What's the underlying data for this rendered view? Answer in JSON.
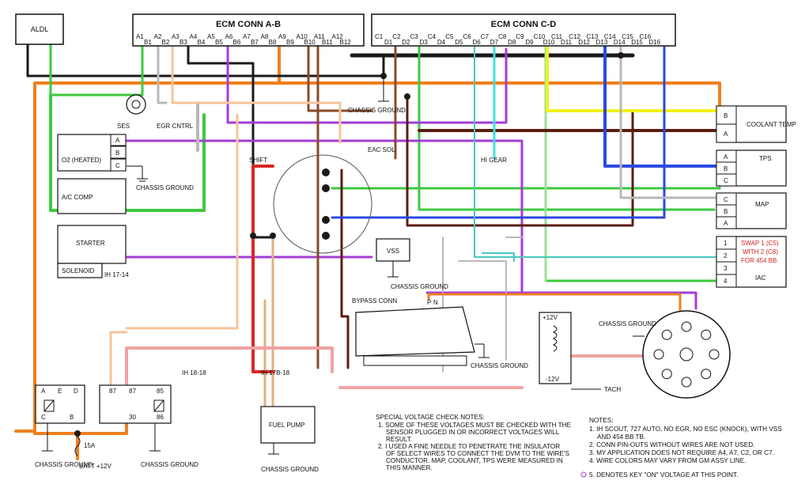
{
  "connectors": {
    "aldl": "ALDL",
    "ecm_ab": {
      "title": "ECM CONN A-B",
      "top_pins": [
        "A1",
        "A2",
        "A3",
        "A4",
        "A5",
        "A6",
        "A7",
        "A8",
        "A9",
        "A10",
        "A11",
        "A12"
      ],
      "bottom_pins": [
        "B1",
        "B2",
        "B3",
        "B4",
        "B5",
        "B6",
        "B7",
        "B8",
        "B9",
        "B10",
        "B11",
        "B12"
      ]
    },
    "ecm_cd": {
      "title": "ECM CONN C-D",
      "top_pins": [
        "C1",
        "C2",
        "C3",
        "C4",
        "C5",
        "C6",
        "C7",
        "C8",
        "C9",
        "C10",
        "C11",
        "C12",
        "C13",
        "C14",
        "C15",
        "C16"
      ],
      "bottom_pins": [
        "D1",
        "D2",
        "D3",
        "D4",
        "D5",
        "D6",
        "D7",
        "D8",
        "D9",
        "D10",
        "D11",
        "D12",
        "D13",
        "D14",
        "D15",
        "D16"
      ]
    }
  },
  "left_components": {
    "ses": "SES",
    "egr": "EGR CNTRL",
    "o2": "O2 (HEATED)",
    "o2_pins": [
      "A",
      "B",
      "C"
    ],
    "ac": "A/C COMP",
    "starter": "STARTER",
    "solenoid": "SOLENOID",
    "ih_solenoid": "IH 17-14",
    "shift": "SHIFT",
    "eac": "EAC SOL",
    "hi_gear": "HI GEAR",
    "chassis_ground": "CHASSIS GROUND"
  },
  "right_components": {
    "coolant": "COOLANT TEMP",
    "coolant_pins": [
      "B",
      "A"
    ],
    "tps": "TPS",
    "tps_pins": [
      "A",
      "B",
      "C"
    ],
    "map": "MAP",
    "map_pins": [
      "C",
      "B",
      "A"
    ],
    "iac": "IAC",
    "iac_pins": [
      "1",
      "2",
      "3",
      "4"
    ],
    "iac_note": [
      "SWAP 1 (C5)",
      "WITH 2 (C8)",
      "FOR 454 BB"
    ]
  },
  "center_components": {
    "vss": "VSS",
    "bypass": "BYPASS CONN",
    "fuel_pump": "FUEL PUMP",
    "ih_17b": "IH 17B-18",
    "ih_18": "IH 18-18",
    "coil_plus": "+12V",
    "coil_minus": "-12V",
    "tach": "TACH",
    "bypass_pins": [
      "P",
      "N"
    ]
  },
  "relays": {
    "relay1_pins": [
      "A",
      "E",
      "D",
      "C",
      "B"
    ],
    "relay2_pins": [
      "87",
      "87",
      "30"
    ],
    "relay3_pins": [
      "85",
      "86"
    ],
    "fuse": "15A",
    "batt": "BATT +12V"
  },
  "special_notes": {
    "title": "SPECIAL VOLTAGE CHECK NOTES:",
    "items": [
      "1. SOME OF THESE VOLTAGES MUST BE CHECKED WITH THE",
      "SENSOR PLUGGED IN OR INCORRECT VOLTAGES WILL",
      "RESULT.",
      "2. I USED A FINE NEEDLE TO PENETRATE THE INSULATOR",
      "OF SELECT WIRES TO CONNECT THE DVM TO THE WIRE'S",
      "CONDUCTOR. MAP, COOLANT, TPS WERE MEASURED IN",
      "THIS MANNER."
    ]
  },
  "notes": {
    "title": "NOTES:",
    "items": [
      "1. IH SCOUT, 727 AUTO, NO EGR, NO ESC (KNOCK), WITH VSS",
      "AND 454 BB TB.",
      "2. CONN PIN-OUTS WITHOUT WIRES ARE NOT USED.",
      "3. MY APPLICATION DOES NOT REQUIRE A4, A7, C2, OR C7.",
      "4. WIRE COLORS MAY VARY FROM GM ASSY LINE."
    ],
    "key_on": "5. DENOTES KEY \"ON\" VOLTAGE AT THIS POINT."
  },
  "colors": {
    "orange": "#f07f1e",
    "green": "#3ec83e",
    "purple": "#a33cd6",
    "black": "#1a1a1a",
    "brown": "#8a4a2a",
    "darkbrown": "#5a1e10",
    "yellow": "#f2f21a",
    "blue": "#2b4ae0",
    "gray": "#b8b8b8",
    "red": "#d82626",
    "pink": "#f2a2a2",
    "peach": "#f7c49a",
    "tan": "#e0b080",
    "lightgreen": "#9be09b",
    "teal": "#48c8c0",
    "cyan": "#40e0e0"
  }
}
